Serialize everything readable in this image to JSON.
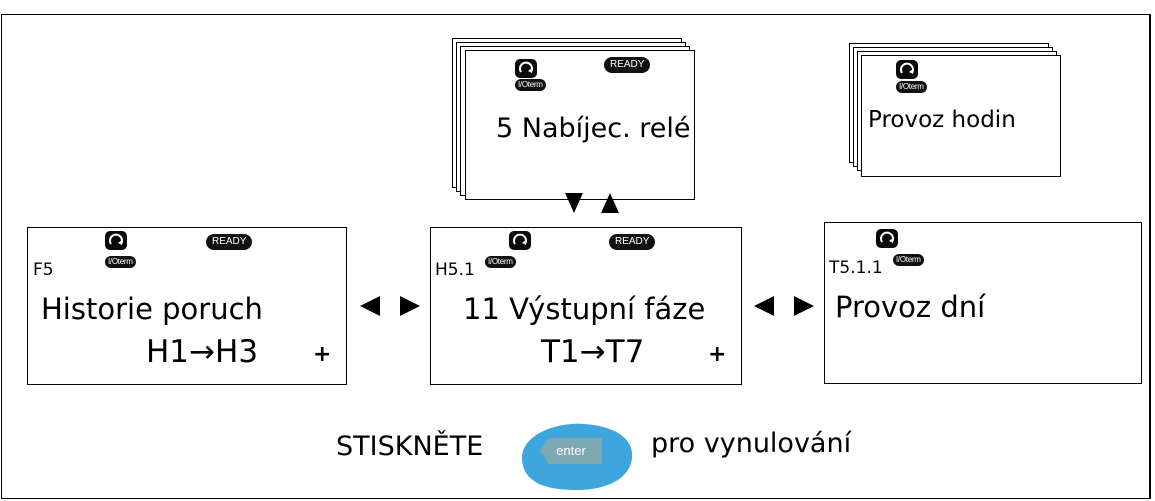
{
  "panels": {
    "top_center": {
      "status": "READY",
      "ioterm": "I/Oterm",
      "text": "5 Nabíjec. relé"
    },
    "top_right": {
      "ioterm": "I/Oterm",
      "text": "Provoz hodin"
    },
    "left": {
      "code": "F5",
      "status": "READY",
      "ioterm": "I/Oterm",
      "title": "Historie poruch",
      "range": "H1→H3",
      "more": "+"
    },
    "center": {
      "code": "H5.1",
      "status": "READY",
      "ioterm": "I/Oterm",
      "title": "11 Výstupní fáze",
      "range": "T1→T7",
      "more": "+"
    },
    "right": {
      "code": "T5.1.1",
      "ioterm": "I/Oterm",
      "title": "Provoz dní"
    }
  },
  "footer": {
    "before": "STISKNĚTE",
    "key": "enter",
    "after": "pro vynulování"
  },
  "icons": [
    "rotate-icon",
    "updown-arrows-icon",
    "leftright-arrows-icon",
    "enter-key-icon"
  ],
  "colors": {
    "enter_blob": "#3ea6dc",
    "enter_key": "#7ea8b4"
  }
}
